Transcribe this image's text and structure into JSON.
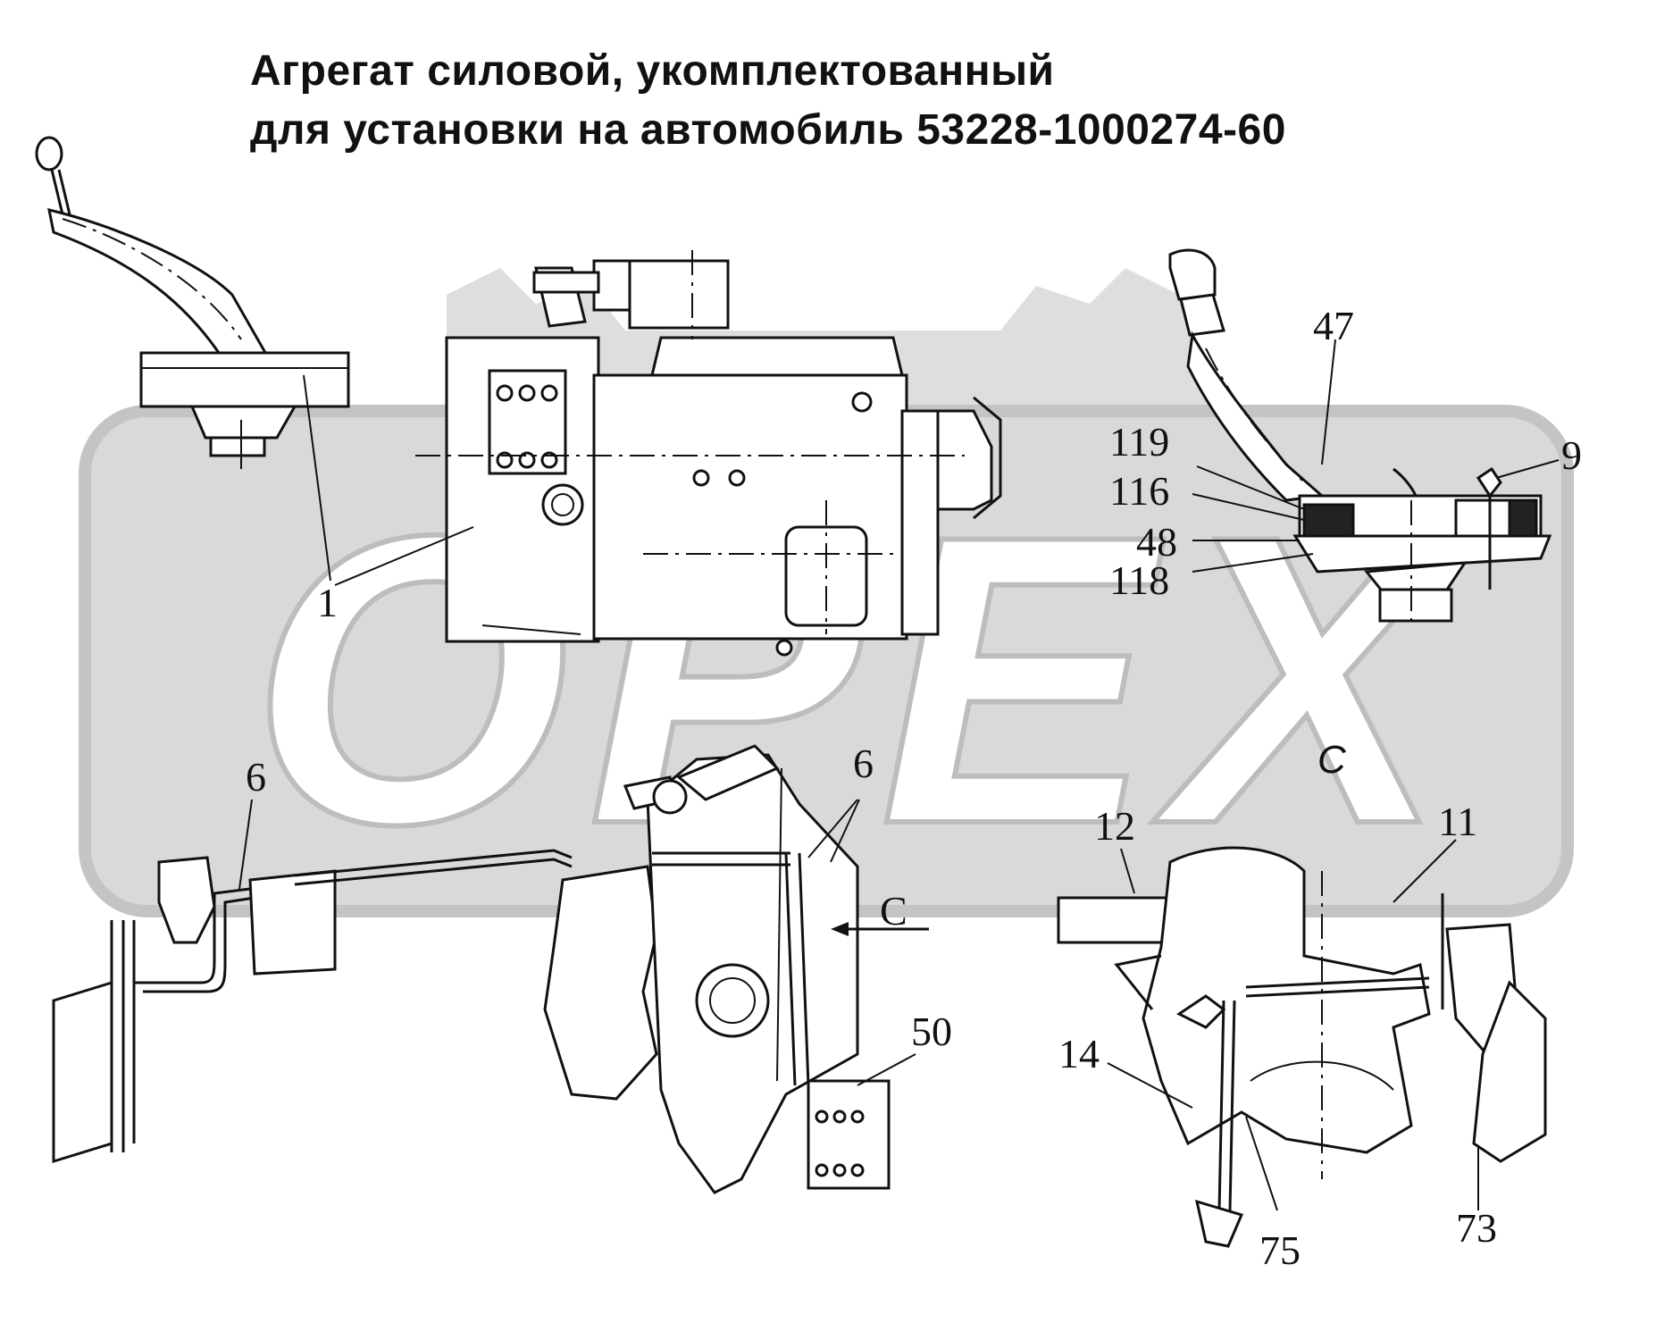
{
  "title": {
    "line1": "Агрегат силовой, укомплектованный",
    "line2": "для установки на автомобиль 53228-1000274-60"
  },
  "watermark": {
    "text": "OPEX",
    "color": "#d4d4d4"
  },
  "callouts": {
    "c1": "1",
    "c47": "47",
    "c9": "9",
    "c119": "119",
    "c116": "116",
    "c48": "48",
    "c118": "118",
    "c6_left": "6",
    "c6_mid": "6",
    "c12": "12",
    "c11": "11",
    "c50": "50",
    "c14": "14",
    "c75": "75",
    "c73": "73"
  },
  "view_labels": {
    "view_c": "C",
    "arrow_c": "C"
  }
}
